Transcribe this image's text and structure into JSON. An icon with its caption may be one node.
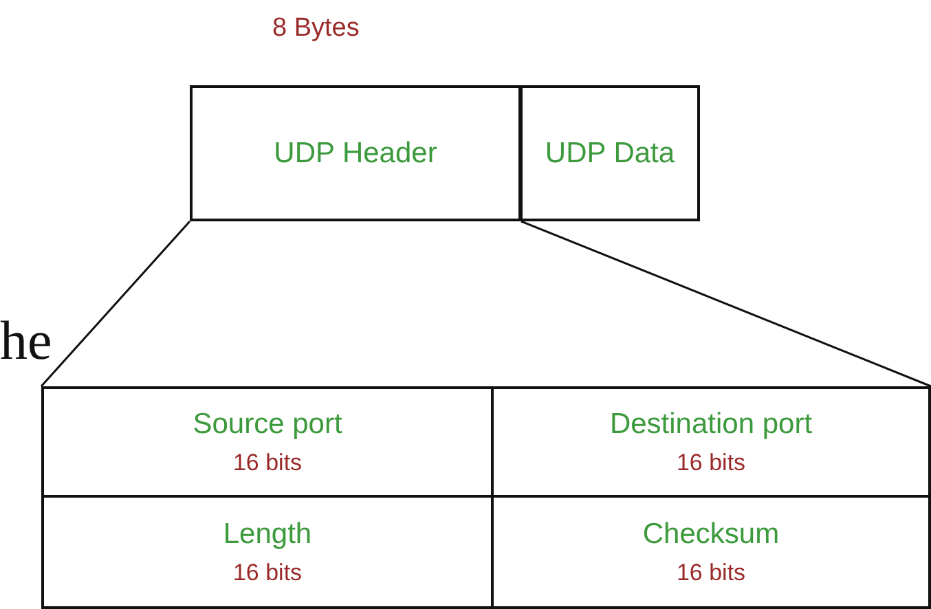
{
  "diagram": {
    "nodes": [
      {
        "text": [
          "UDP Header"
        ],
        "beside": [
          "8 Bytes"
        ]
      },
      {
        "text": [
          "UDP Data"
        ]
      },
      {
        "text": [],
        "shape": "box"
      },
      {
        "text": [
          "Source port",
          "16 bits"
        ],
        "in": 2
      },
      {
        "text": [
          "Destination port",
          "16 bits"
        ],
        "in": 2
      },
      {
        "text": [
          "Length",
          "16 bits"
        ],
        "in": 2
      },
      {
        "text": [
          "Checksum",
          "16 bits"
        ],
        "in": 2
      }
    ],
    "edges": [
      {
        "from": 0,
        "to": 2,
        "arrow": "none"
      },
      {
        "from": 0,
        "to": 2,
        "arrow": "none"
      }
    ],
    "labels": [
      "he"
    ]
  }
}
